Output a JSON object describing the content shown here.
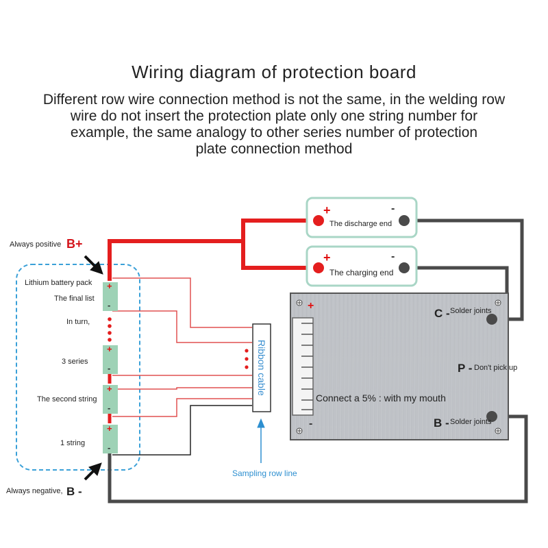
{
  "title": "Wiring diagram of protection board",
  "description": [
    "Different row wire connection method is not the same, in the welding row",
    "wire do not insert the protection plate only one string number for",
    "example, the same analogy to other series number of protection",
    "plate connection method"
  ],
  "left_labels": {
    "always_positive": "Always positive",
    "b_plus": "B+",
    "lithium_pack": "Lithium battery pack",
    "final_list": "The final list",
    "in_turn": "In turn,",
    "three_series": "3 series",
    "second_string": "The second string",
    "one_string": "1 string",
    "always_negative": "Always negative,",
    "b_minus": "B -"
  },
  "terminals": {
    "plus": "+",
    "minus": "-",
    "discharge_end": "The discharge end",
    "charging_end": "The charging end"
  },
  "ribbon": {
    "label": "Ribbon cable",
    "sampling": "Sampling row line"
  },
  "board": {
    "c_minus": "C -",
    "c_label": "Solder joints",
    "p_minus": "P -",
    "p_label": "Don't pick up",
    "b_minus": "B -",
    "b_label": "Solder joints",
    "connect_text": "Connect a 5% : with my mouth"
  },
  "colors": {
    "red_wire": "#e41e1e",
    "dark_wire": "#4a4a4a",
    "thin_red": "#e05050",
    "teal_box": "#a9d6c6",
    "cell_green": "#9ed2b6",
    "blue": "#2d8fd0"
  }
}
